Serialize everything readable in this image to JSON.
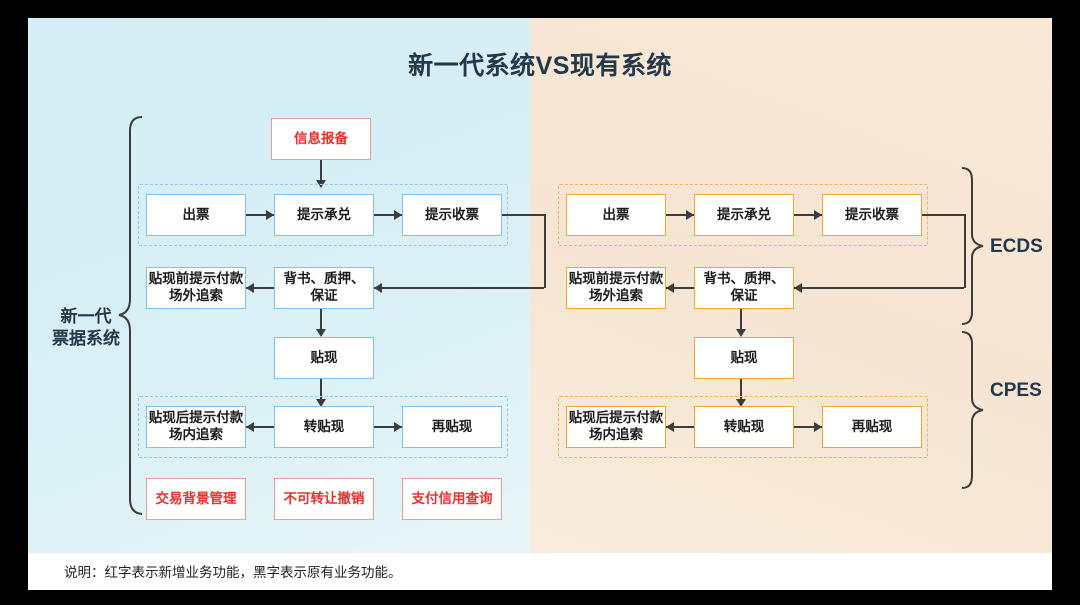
{
  "title": "新一代系统VS现有系统",
  "footer_note": "说明：红字表示新增业务功能，黑字表示原有业务功能。",
  "colors": {
    "left_panel_bg": "#d3eef6",
    "right_panel_bg": "#f8e8d6",
    "blue_border": "#7fc0ec",
    "orange_border": "#f0a52c",
    "red_border": "#ee9a9a",
    "red_text": "#e8312b",
    "title_text": "#23384a",
    "connector": "#3c3c3c"
  },
  "left_panel": {
    "system_label": "新一代\n票据系统",
    "system_label_line1": "新一代",
    "system_label_line2": "票据系统",
    "new_feature_top": {
      "label": "信息报备",
      "style": "red"
    },
    "group_1_nodes": [
      {
        "label": "出票"
      },
      {
        "label": "提示承兑"
      },
      {
        "label": "提示收票"
      }
    ],
    "row_2_nodes": [
      {
        "label": "贴现前提示付款\n场外追索",
        "line1": "贴现前提示付款",
        "line2": "场外追索"
      },
      {
        "label": "背书、质押、\n保证",
        "line1": "背书、质押、",
        "line2": "保证"
      }
    ],
    "row_3_nodes": [
      {
        "label": "贴现"
      }
    ],
    "group_2_nodes": [
      {
        "label": "贴现后提示付款\n场内追索",
        "line1": "贴现后提示付款",
        "line2": "场内追索"
      },
      {
        "label": "转贴现"
      },
      {
        "label": "再贴现"
      }
    ],
    "new_features_bottom": [
      {
        "label": "交易背景管理",
        "style": "red"
      },
      {
        "label": "不可转让撤销",
        "style": "red"
      },
      {
        "label": "支付信用查询",
        "style": "red"
      }
    ]
  },
  "right_panel": {
    "group_1_nodes": [
      {
        "label": "出票"
      },
      {
        "label": "提示承兑"
      },
      {
        "label": "提示收票"
      }
    ],
    "row_2_nodes": [
      {
        "label": "贴现前提示付款\n场外追索",
        "line1": "贴现前提示付款",
        "line2": "场外追索"
      },
      {
        "label": "背书、质押、\n保证",
        "line1": "背书、质押、",
        "line2": "保证"
      }
    ],
    "row_3_nodes": [
      {
        "label": "贴现"
      }
    ],
    "group_2_nodes": [
      {
        "label": "贴现后提示付款\n场内追索",
        "line1": "贴现后提示付款",
        "line2": "场内追索"
      },
      {
        "label": "转贴现"
      },
      {
        "label": "再贴现"
      }
    ],
    "system_groups": [
      {
        "name": "ECDS"
      },
      {
        "name": "CPES"
      }
    ]
  }
}
